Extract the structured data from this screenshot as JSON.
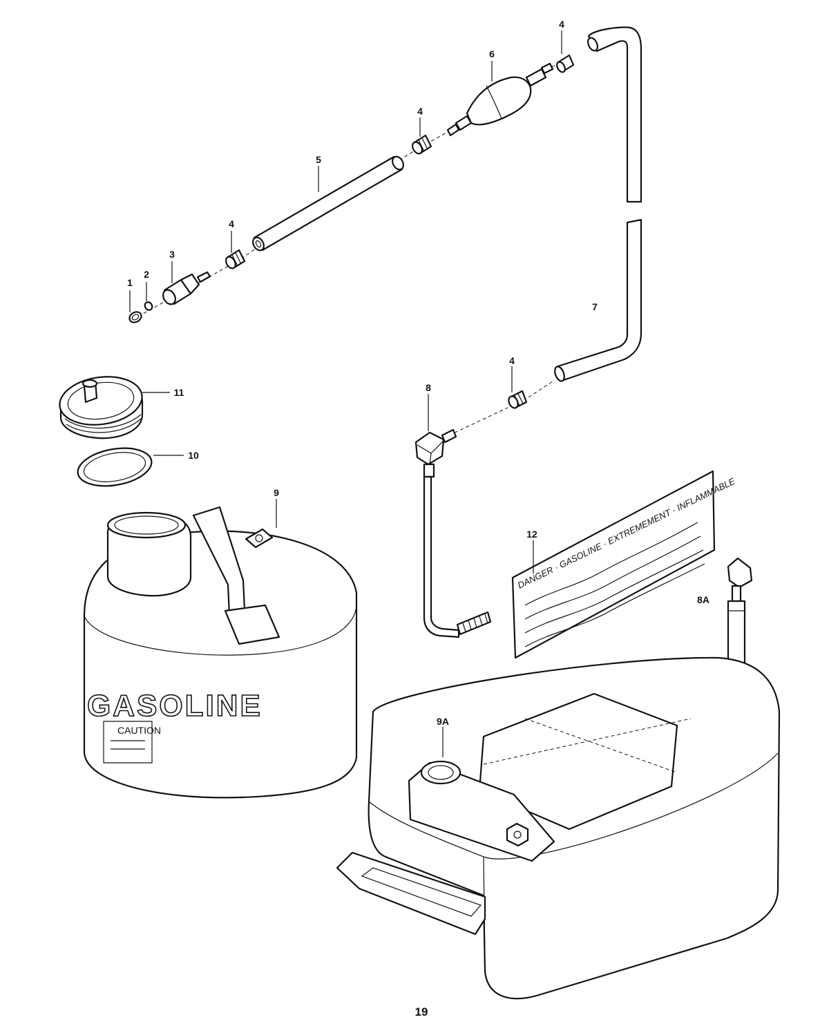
{
  "callouts": {
    "c1": "1",
    "c2": "2",
    "c3": "3",
    "c4a": "4",
    "c4b": "4",
    "c4c": "4",
    "c4d": "4",
    "c5": "5",
    "c6": "6",
    "c7": "7",
    "c8": "8",
    "c8a": "8A",
    "c9": "9",
    "c9a": "9A",
    "c10": "10",
    "c11": "11",
    "c12": "12"
  },
  "decal": {
    "text": "DANGER · GASOLINE · EXTREMEMENT · INFLAMMABLE"
  },
  "can": {
    "label": "GASOLINE",
    "sub": "CAUTION"
  },
  "page_number": "19"
}
